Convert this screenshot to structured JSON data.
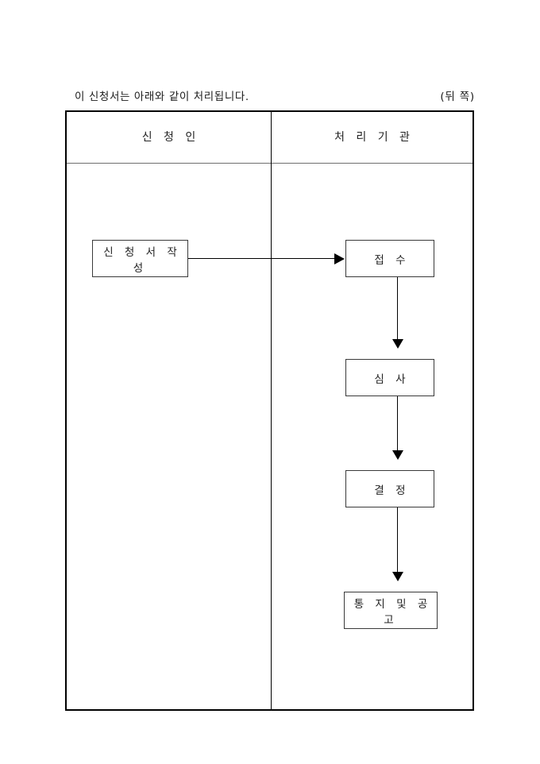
{
  "document": {
    "page_marker": "(뒤 쪽)",
    "intro_note": "이 신청서는 아래와 같이 처리됩니다."
  },
  "table": {
    "columns": [
      {
        "id": "applicant",
        "header": "신 청 인"
      },
      {
        "id": "agency",
        "header": "처 리 기 관"
      }
    ]
  },
  "flowchart": {
    "type": "process-flow-diagram",
    "orientation": "left-to-right-then-top-to-bottom",
    "nodes": [
      {
        "id": "apply",
        "label": "신 청 서 작 성",
        "column": "applicant"
      },
      {
        "id": "receipt",
        "label": "접 수",
        "column": "agency"
      },
      {
        "id": "review",
        "label": "심 사",
        "column": "agency"
      },
      {
        "id": "decide",
        "label": "결 정",
        "column": "agency"
      },
      {
        "id": "notify",
        "label": "통 지 및 공 고",
        "column": "agency"
      }
    ],
    "edges": [
      {
        "from": "apply",
        "to": "receipt",
        "direction": "right"
      },
      {
        "from": "receipt",
        "to": "review",
        "direction": "down"
      },
      {
        "from": "review",
        "to": "decide",
        "direction": "down"
      },
      {
        "from": "decide",
        "to": "notify",
        "direction": "down"
      }
    ]
  },
  "colors": {
    "page_background": "#ffffff",
    "frame_border": "#000000",
    "box_border": "#3a3a3a",
    "text": "#232323",
    "header_rule": "#6e6e6e",
    "connector": "#000000"
  }
}
